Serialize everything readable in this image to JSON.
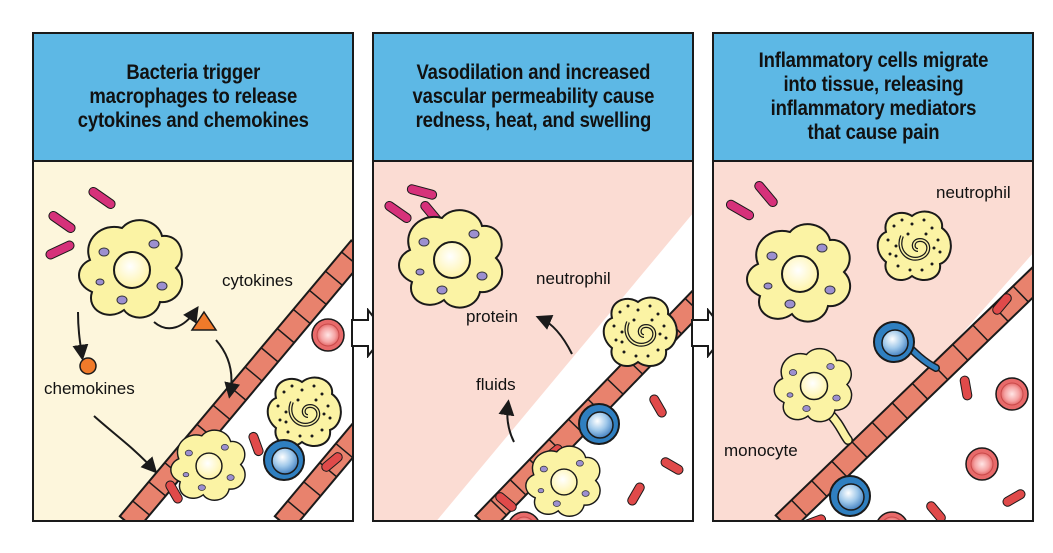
{
  "panels": [
    {
      "title": "Bacteria trigger\nmacrophages to release\ncytokines and chemokines",
      "labels": {
        "cytokines": "cytokines",
        "chemokines": "chemokines"
      }
    },
    {
      "title": "Vasodilation and increased\nvascular permeability cause\nredness, heat, and swelling",
      "labels": {
        "neutrophil": "neutrophil",
        "protein": "protein",
        "fluids": "fluids"
      }
    },
    {
      "title": "Inflammatory cells migrate\ninto tissue, releasing\ninflammatory mediators\nthat cause pain",
      "labels": {
        "neutrophil": "neutrophil",
        "monocyte": "monocyte"
      }
    }
  ],
  "colors": {
    "header": "#5db8e5",
    "tissue_panel1": "#fdf6dc",
    "tissue_inflamed": "#fbdcd3",
    "vessel_wall": "#e8826d",
    "macrophage": "#fbf3a4",
    "bacteria": "#d6317a",
    "cytokine": "#f07a2a",
    "chemokine": "#f07a2a",
    "lymphocyte": "#2f7fc0",
    "red_blood_cell": "#e04a4a"
  }
}
